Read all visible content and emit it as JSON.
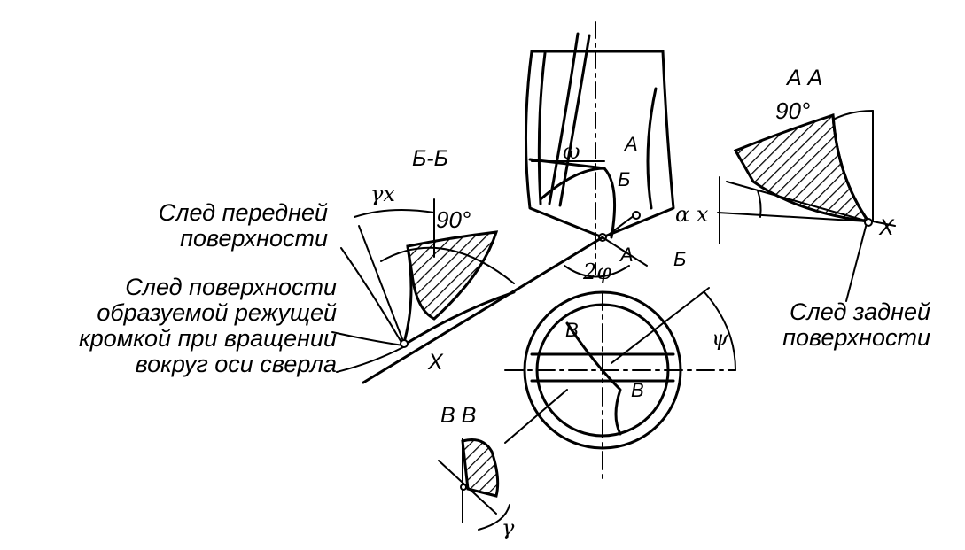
{
  "notes": {
    "front_face": [
      "След передней",
      "поверхности"
    ],
    "rotation_surface": [
      "След поверхности",
      "образуемой режущей",
      "кромкой при вращении",
      "вокруг оси сверла"
    ],
    "back_face": [
      "След задней",
      "поверхности"
    ]
  },
  "sections": {
    "bb": "Б-Б",
    "aa": "А А",
    "vv": "В В"
  },
  "angles": {
    "right_angle_bb": "90°",
    "right_angle_aa": "90°",
    "gamma_x": "γx",
    "alpha_x": "α x",
    "omega": "ω",
    "two_phi": "2φ",
    "psi": "ψ",
    "gamma": "γ"
  },
  "points": {
    "x_left": "X",
    "x_right": "X"
  },
  "markers": {
    "a_top": "А",
    "b_top": "Б",
    "a_low": "А",
    "b_low": "Б",
    "v_left": "В",
    "v_right": "В"
  }
}
